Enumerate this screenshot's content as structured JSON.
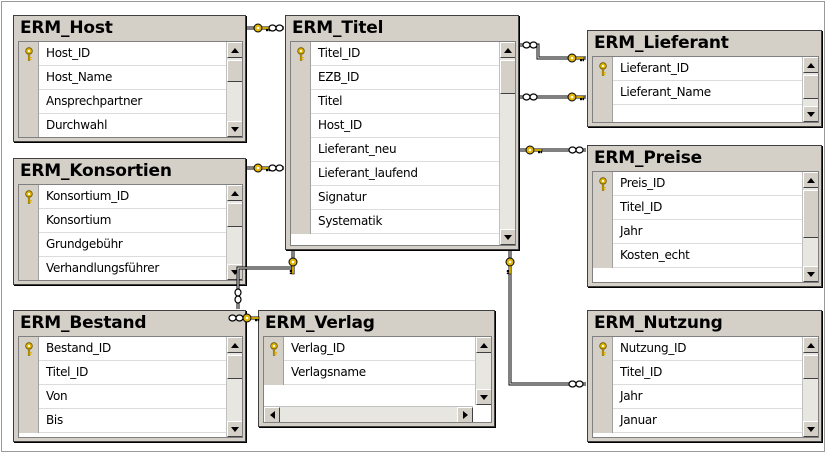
{
  "tables": [
    {
      "id": "host",
      "title": "ERM_Host",
      "fields": [
        "Host_ID",
        "Host_Name",
        "Ansprechpartner",
        "Durchwahl"
      ]
    },
    {
      "id": "titel",
      "title": "ERM_Titel",
      "fields": [
        "Titel_ID",
        "EZB_ID",
        "Titel",
        "Host_ID",
        "Lieferant_neu",
        "Lieferant_laufend",
        "Signatur",
        "Systematik"
      ]
    },
    {
      "id": "lieferant",
      "title": "ERM_Lieferant",
      "fields": [
        "Lieferant_ID",
        "Lieferant_Name",
        ""
      ]
    },
    {
      "id": "konsortien",
      "title": "ERM_Konsortien",
      "fields": [
        "Konsortium_ID",
        "Konsortium",
        "Grundgebühr",
        "Verhandlungsführer"
      ]
    },
    {
      "id": "preise",
      "title": "ERM_Preise",
      "fields": [
        "Preis_ID",
        "Titel_ID",
        "Jahr",
        "Kosten_echt"
      ]
    },
    {
      "id": "bestand",
      "title": "ERM_Bestand",
      "fields": [
        "Bestand_ID",
        "Titel_ID",
        "Von",
        "Bis"
      ]
    },
    {
      "id": "verlag",
      "title": "ERM_Verlag",
      "fields": [
        "Verlag_ID",
        "Verlagsname"
      ]
    },
    {
      "id": "nutzung",
      "title": "ERM_Nutzung",
      "fields": [
        "Nutzung_ID",
        "Titel_ID",
        "Jahr",
        "Januar"
      ]
    }
  ],
  "colors": {
    "frame": "#d4d0c8",
    "line": "#000000",
    "key": "#e0b400"
  }
}
